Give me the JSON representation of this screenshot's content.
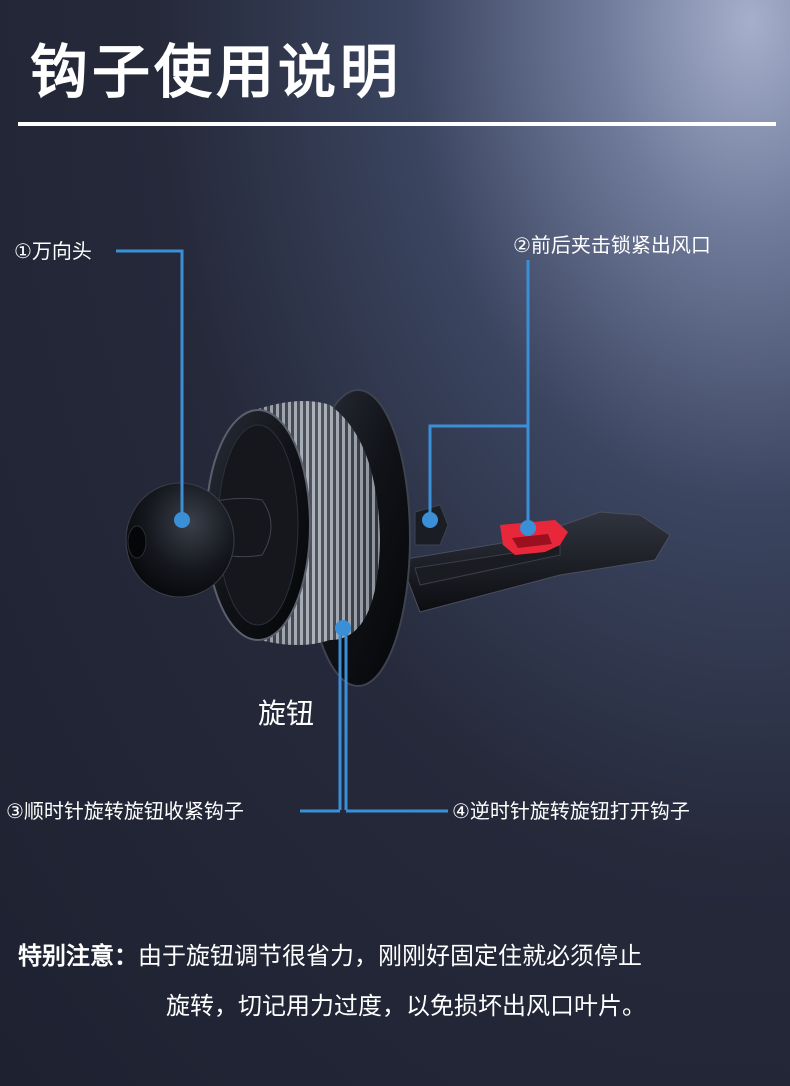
{
  "title": "钩子使用说明",
  "labels": {
    "universal_head": "①万向头",
    "front_back_clip": "②前后夹击锁紧出风口",
    "knob": "旋钮",
    "clockwise": "③顺时针旋转旋钮收紧钩子",
    "counterclockwise": "④逆时针旋转旋钮打开钩子"
  },
  "notice": {
    "key": "特别注意：",
    "line1": "由于旋钮调节很省力，刚刚好固定住就必须停止",
    "line2": "旋转，切记用力过度，以免损坏出风口叶片。"
  },
  "colors": {
    "callout_blue": "#3a8fd6",
    "clip_red": "#e8283a",
    "text": "#ffffff"
  }
}
